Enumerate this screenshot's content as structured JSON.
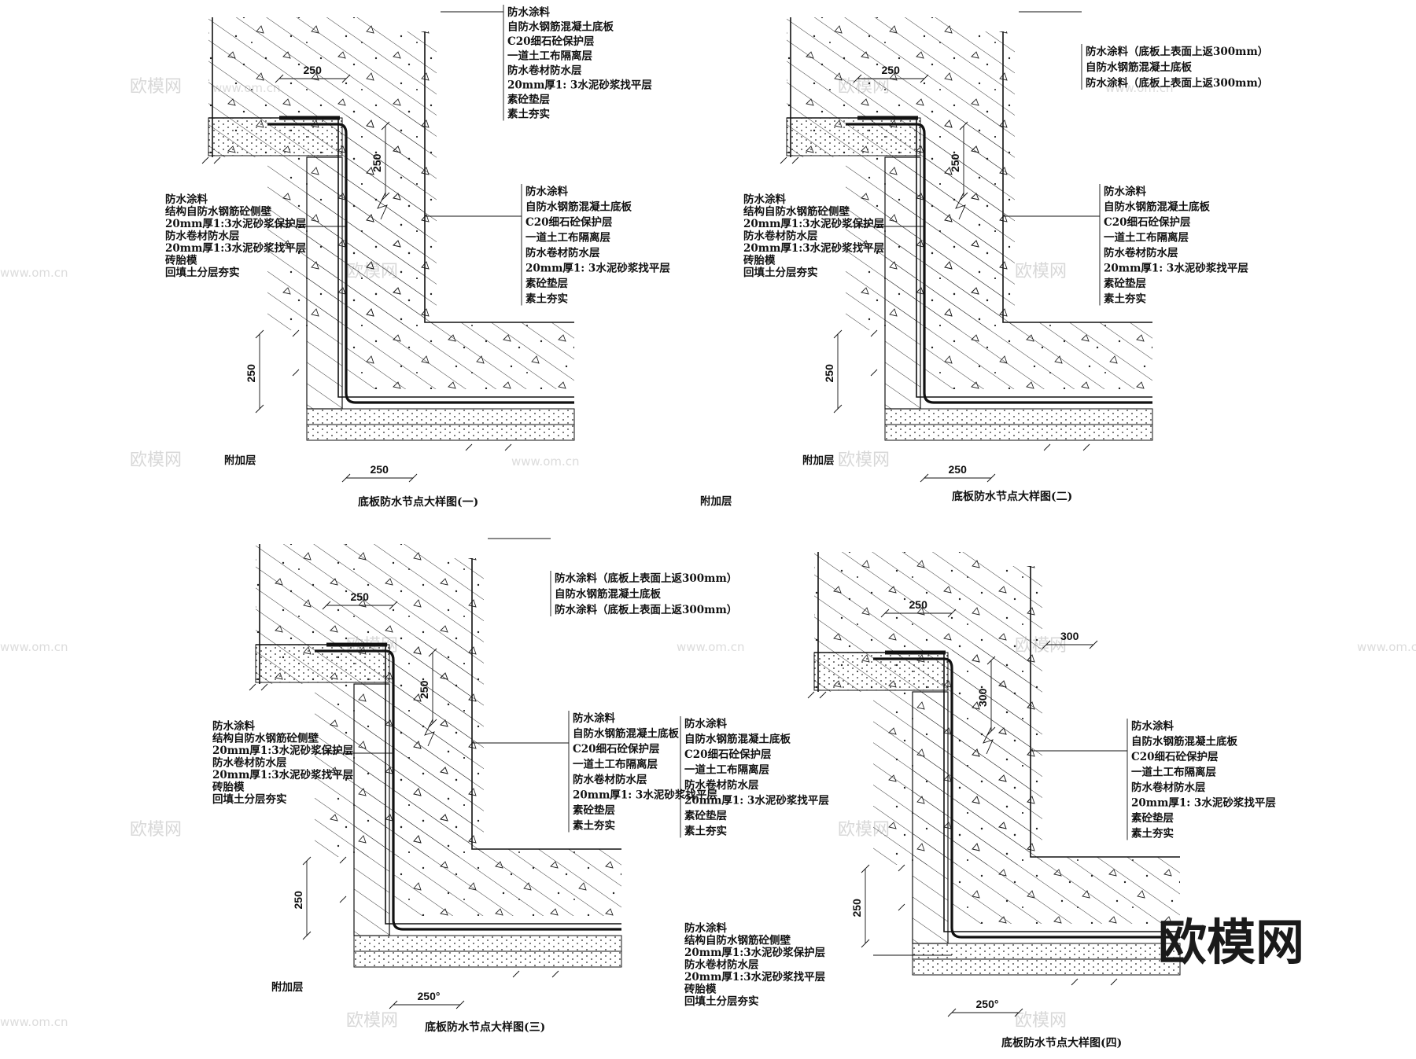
{
  "watermark": {
    "brand_text": "欧模网",
    "url_text": "www.om.cn"
  },
  "details": [
    {
      "title": "底板防水节点大样图(一)",
      "right_top_labels": [
        "防水涂料",
        "自防水钢筋混凝土底板",
        "C20细石砼保护层",
        "一道土工布隔离层",
        "防水卷材防水层",
        "20mm厚1: 3水泥砂浆找平层",
        "素砼垫层",
        "素土夯实"
      ],
      "right_mid_labels": [
        "防水涂料",
        "自防水钢筋混凝土底板",
        "C20细石砼保护层",
        "一道土工布隔离层",
        "防水卷材防水层",
        "20mm厚1: 3水泥砂浆找平层",
        "素砼垫层",
        "素土夯实"
      ],
      "left_labels": [
        "防水涂料",
        "结构自防水钢筋砼侧壁",
        "20mm厚1:3水泥砂浆保护层",
        "防水卷材防水层",
        "20mm厚1:3水泥砂浆找平层",
        "砖胎模",
        "回填土分层夯实"
      ],
      "extra_label": "附加层",
      "dims": [
        "250",
        "250",
        "250",
        "250"
      ]
    },
    {
      "title": "底板防水节点大样图(二)",
      "right_top_labels": [
        "防水涂料（底板上表面上返300mm）",
        "自防水钢筋混凝土底板",
        "防水涂料（底板上表面上返300mm）"
      ],
      "right_mid_labels": [
        "防水涂料",
        "自防水钢筋混凝土底板",
        "C20细石砼保护层",
        "一道土工布隔离层",
        "防水卷材防水层",
        "20mm厚1: 3水泥砂浆找平层",
        "素砼垫层",
        "素土夯实"
      ],
      "left_labels": [
        "防水涂料",
        "结构自防水钢筋砼侧壁",
        "20mm厚1:3水泥砂浆保护层",
        "防水卷材防水层",
        "20mm厚1:3水泥砂浆找平层",
        "砖胎模",
        "回填土分层夯实"
      ],
      "extra_label": "附加层",
      "dims": [
        "250",
        "250",
        "250",
        "250"
      ]
    },
    {
      "title": "底板防水节点大样图(三)",
      "right_top_labels": [
        "防水涂料（底板上表面上返300mm）",
        "自防水钢筋混凝土底板",
        "防水涂料（底板上表面上返300mm）"
      ],
      "right_mid_labels": [
        "防水涂料",
        "自防水钢筋混凝土底板",
        "C20细石砼保护层",
        "一道土工布隔离层",
        "防水卷材防水层",
        "20mm厚1: 3水泥砂浆找平层",
        "素砼垫层",
        "素土夯实"
      ],
      "left_labels": [
        "防水涂料",
        "结构自防水钢筋砼侧壁",
        "20mm厚1:3水泥砂浆保护层",
        "防水卷材防水层",
        "20mm厚1:3水泥砂浆找平层",
        "砖胎模",
        "回填土分层夯实"
      ],
      "extra_label": "附加层",
      "dims": [
        "250",
        "250",
        "250",
        "250°"
      ]
    },
    {
      "title": "底板防水节点大样图(四)",
      "right_mid_labels": [
        "防水涂料",
        "自防水钢筋混凝土底板",
        "C20细石砼保护层",
        "一道土工布隔离层",
        "防水卷材防水层",
        "20mm厚1: 3水泥砂浆找平层",
        "素砼垫层",
        "素土夯实"
      ],
      "upper_left_labels": [
        "防水涂料",
        "自防水钢筋混凝土底板",
        "C20细石砼保护层",
        "一道土工布隔离层",
        "防水卷材防水层",
        "20mm厚1: 3水泥砂浆找平层",
        "素砼垫层",
        "素土夯实"
      ],
      "left_labels": [
        "防水涂料",
        "结构自防水钢筋砼侧壁",
        "20mm厚1:3水泥砂浆保护层",
        "防水卷材防水层",
        "20mm厚1:3水泥砂浆找平层",
        "砖胎模",
        "回填土分层夯实"
      ],
      "extra_label": "附加层",
      "dims": [
        "250",
        "300",
        "250",
        "250",
        "250°"
      ]
    }
  ]
}
